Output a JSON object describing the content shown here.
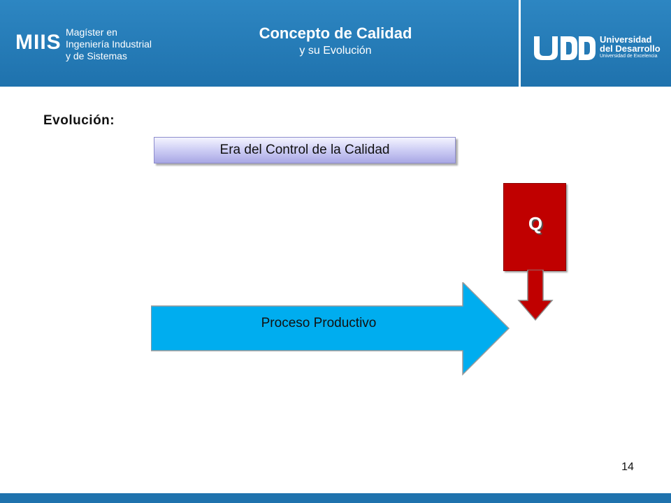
{
  "header": {
    "miis_logo": {
      "mark": "MIIS",
      "lines": [
        "Magíster en",
        "Ingeniería Industrial",
        "y de Sistemas"
      ]
    },
    "title": "Concepto de Calidad",
    "subtitle": "y su Evolución",
    "udd_logo": {
      "line1": "Universidad",
      "line2": "del Desarrollo",
      "line3": "Universidad de Excelencia"
    },
    "colors": {
      "band": "#1f72ad",
      "band_light": "#2d86c2"
    }
  },
  "content": {
    "section_label": "Evolución:",
    "era_label": "Era del Control de la Calidad",
    "process_label": "Proceso Productivo",
    "quality_label": "Q",
    "colors": {
      "process_arrow": "#00adef",
      "quality_box": "#c00000",
      "era_box": "#c9c9f3"
    }
  },
  "footer": {
    "page_number": "14"
  }
}
